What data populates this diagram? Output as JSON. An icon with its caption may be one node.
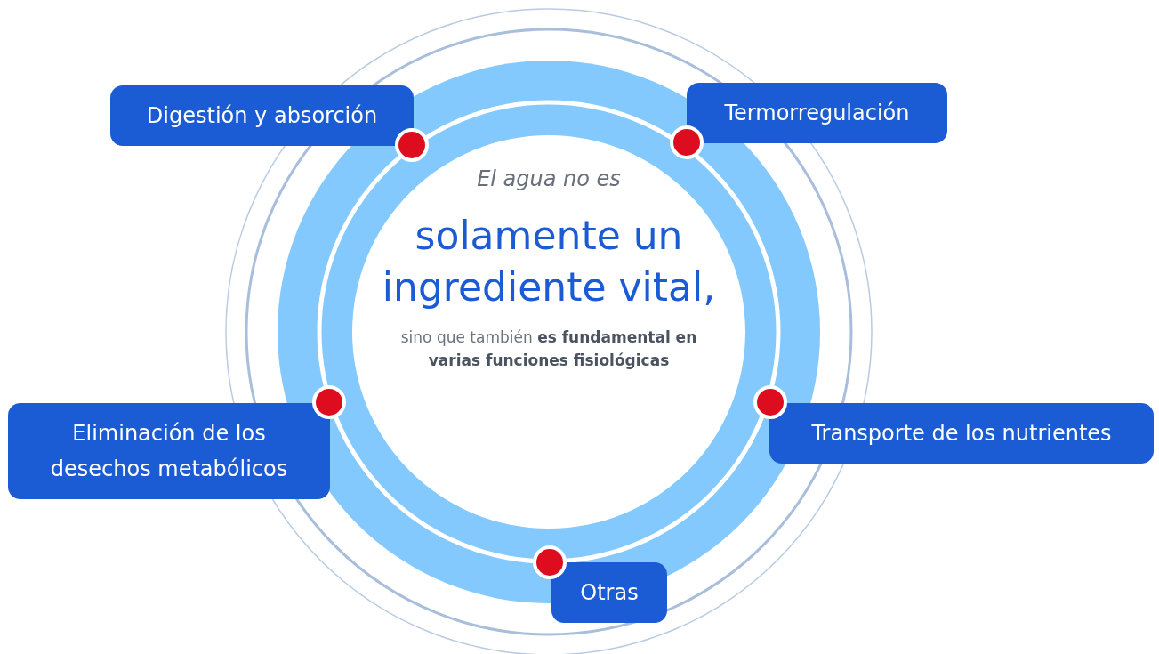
{
  "diagram": {
    "nodes": [
      {
        "text": [
          "El agua no es",
          "solamente un ingrediente vital,",
          "sino que también **es fundamental en varias funciones fisiológicas**"
        ]
      },
      {
        "text": [
          "Digestión y absorción"
        ]
      },
      {
        "text": [
          "Termorregulación"
        ]
      },
      {
        "text": [
          "Eliminación de los desechos metabólicos"
        ]
      },
      {
        "text": [
          "Transporte de los nutrientes"
        ]
      },
      {
        "text": [
          "Otras"
        ]
      }
    ]
  }
}
